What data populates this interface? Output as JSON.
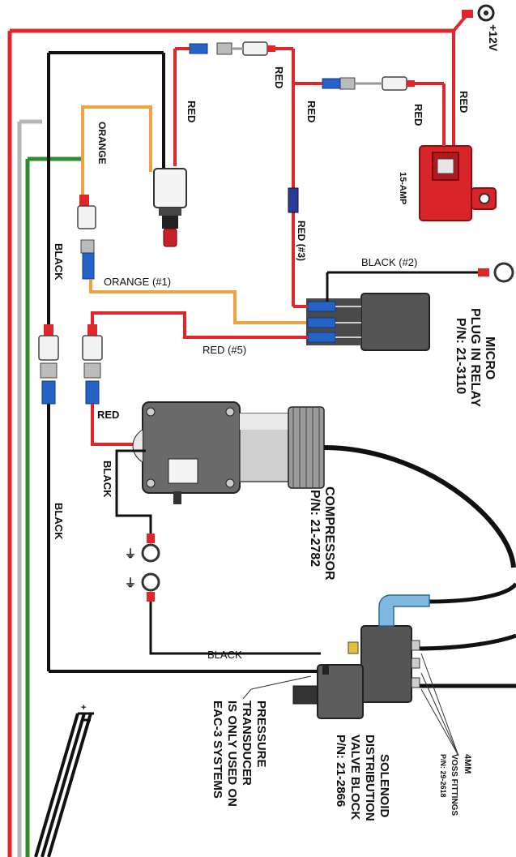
{
  "labels": {
    "plus12v": "+12V",
    "red_a": "RED",
    "red_b": "RED",
    "red_c": "RED",
    "red_d": "RED",
    "red_e": "RED",
    "red_3": "RED (#3)",
    "fuse": "15-AMP",
    "black_2": "BLACK (#2)",
    "orange_1": "ORANGE (#1)",
    "orange": "ORANGE",
    "red_5": "RED (#5)",
    "red_comp": "RED",
    "black_comp": "BLACK",
    "black_left_top": "BLACK",
    "black_left_mid": "BLACK",
    "black_bottom": "BLACK",
    "relay_name_1": "MICRO",
    "relay_name_2": "PLUG IN RELAY",
    "relay_pn": "P/N: 21-3110",
    "compressor_name": "COMPRESSOR",
    "compressor_pn": "P/N: 21-2782",
    "pressure_1": "PRESSURE",
    "pressure_2": "TRANSDUCER",
    "pressure_3": "IS ONLY USED ON",
    "pressure_4": "EAC-3 SYSTEMS",
    "solenoid_1": "SOLENOID",
    "solenoid_2": "DISTRIBUTION",
    "solenoid_3": "VALVE BLOCK",
    "solenoid_pn": "P/N: 21-2866",
    "fitting_1": "4MM",
    "fitting_2": "VOSS FITTINGS",
    "fitting_pn": "P/N: 29-2618"
  },
  "colors": {
    "red": "#e0252b",
    "black": "#111111",
    "orange": "#f0a142",
    "green": "#2e8b2e",
    "gray": "#b5b5b5",
    "blue": "#2563c7",
    "fuse_red": "#d9242a",
    "component_gray": "#555555"
  }
}
